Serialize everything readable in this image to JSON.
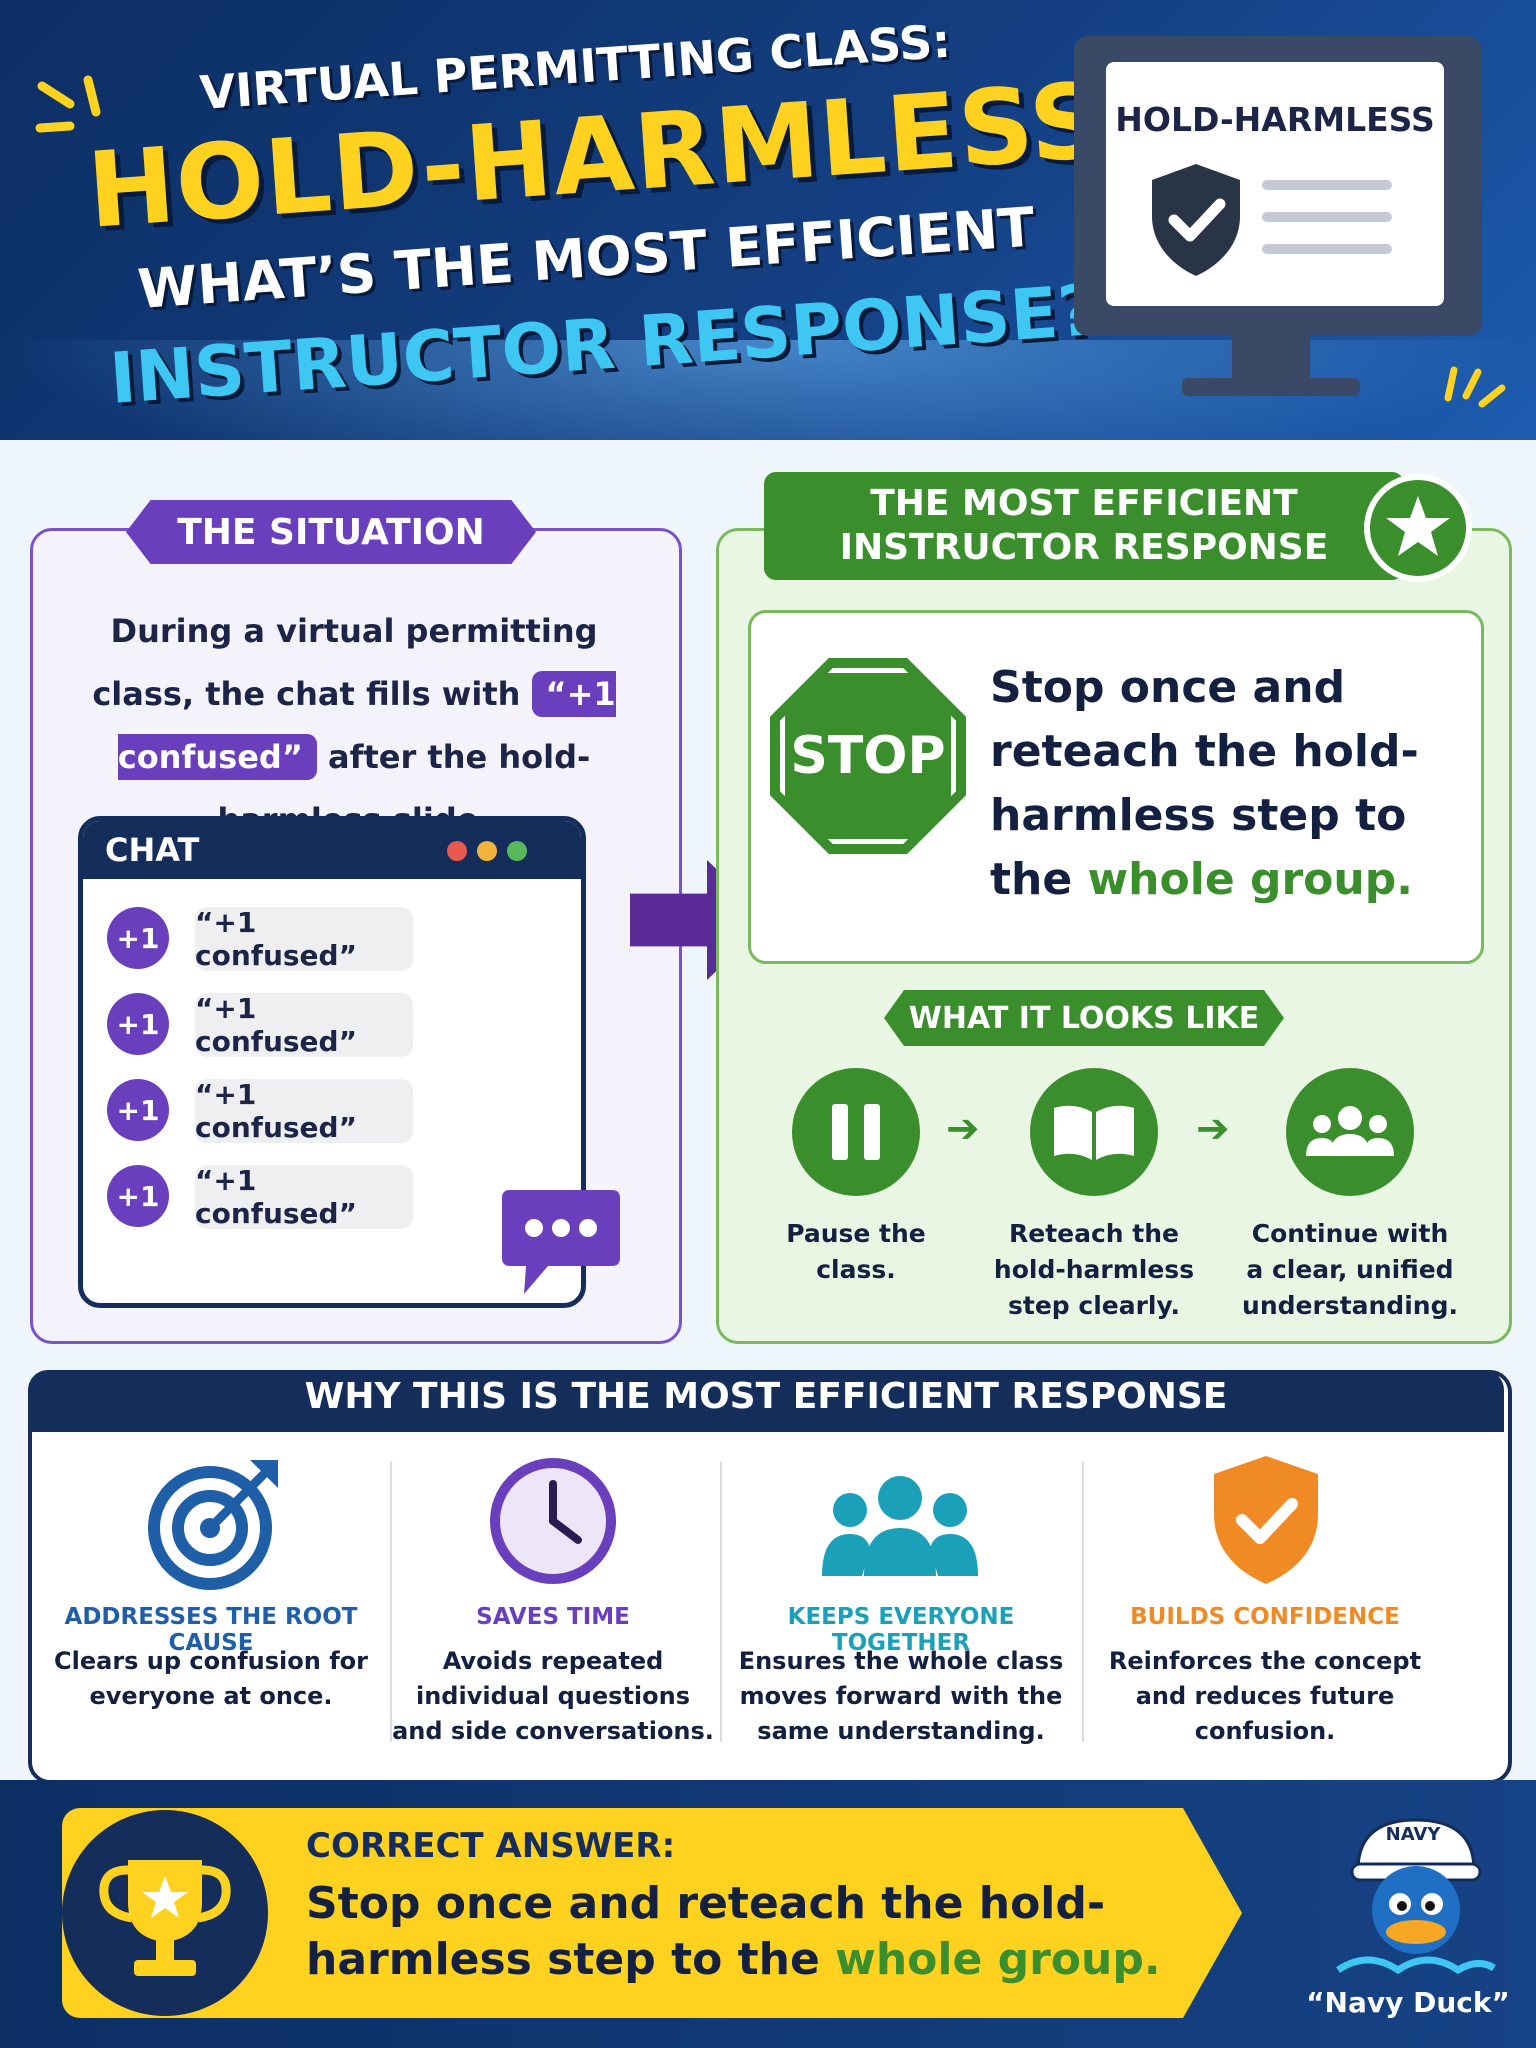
{
  "header": {
    "line1": "VIRTUAL PERMITTING CLASS:",
    "line2": "HOLD-HARMLESS",
    "line3": "WHAT’S THE MOST EFFICIENT",
    "line4": "INSTRUCTOR RESPONSE?",
    "monitor_title": "HOLD-HARMLESS"
  },
  "situation": {
    "ribbon": "THE SITUATION",
    "text_before": "During a virtual permitting class, the chat fills with",
    "highlight": "“+1 confused”",
    "text_after": "after the hold-harmless slide.",
    "chat_title": "CHAT",
    "messages": [
      {
        "badge": "+1",
        "text": "“+1 confused”"
      },
      {
        "badge": "+1",
        "text": "“+1 confused”"
      },
      {
        "badge": "+1",
        "text": "“+1 confused”"
      },
      {
        "badge": "+1",
        "text": "“+1 confused”"
      }
    ]
  },
  "response": {
    "ribbon_line1": "THE MOST EFFICIENT",
    "ribbon_line2": "INSTRUCTOR RESPONSE",
    "stop_label": "STOP",
    "stop_text_start": "Stop once and reteach the hold-harmless step to the",
    "stop_text_highlight": "whole group.",
    "looks_ribbon": "WHAT IT LOOKS LIKE",
    "steps": [
      {
        "icon": "pause-icon",
        "label": "Pause the class."
      },
      {
        "icon": "open-book-icon",
        "label": "Reteach the hold-harmless step clearly."
      },
      {
        "icon": "group-icon",
        "label": "Continue with a clear, unified understanding."
      }
    ]
  },
  "why": {
    "title": "WHY THIS IS THE MOST EFFICIENT RESPONSE",
    "columns": [
      {
        "icon": "target-icon",
        "title": "ADDRESSES THE ROOT CAUSE",
        "desc": "Clears up confusion for everyone at once.",
        "color": "#1f5fa8"
      },
      {
        "icon": "clock-icon",
        "title": "SAVES TIME",
        "desc": "Avoids repeated individual questions and side conversations.",
        "color": "#6a3fbd"
      },
      {
        "icon": "people-icon",
        "title": "KEEPS EVERYONE TOGETHER",
        "desc": "Ensures the whole class moves forward with the same understanding.",
        "color": "#1aa0b8"
      },
      {
        "icon": "shield-check-icon",
        "title": "BUILDS CONFIDENCE",
        "desc": "Reinforces the concept and reduces future confusion.",
        "color": "#f08a24"
      }
    ]
  },
  "answer": {
    "label": "CORRECT ANSWER:",
    "text_start": "Stop once and reteach the hold-harmless step to the",
    "text_highlight": "whole group.",
    "mascot_hat": "NAVY",
    "mascot_name": "“Navy Duck”"
  },
  "colors": {
    "navy": "#142d5a",
    "purple": "#6a3fbd",
    "green": "#3a8e2c",
    "yellow": "#ffd21f",
    "cyan": "#3ec7f2"
  }
}
